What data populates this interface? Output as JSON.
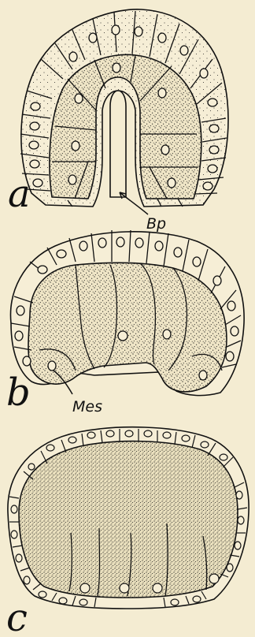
{
  "panels": [
    {
      "letter": "a",
      "labels": [
        "Bp"
      ]
    },
    {
      "letter": "b",
      "labels": [
        "Mes"
      ]
    },
    {
      "letter": "c",
      "labels": []
    }
  ],
  "colors": {
    "background": "#f4ecd2",
    "ink": "#111111",
    "ectoderm_fill": "#f6eed6",
    "stipple": "#1a1a1a"
  }
}
